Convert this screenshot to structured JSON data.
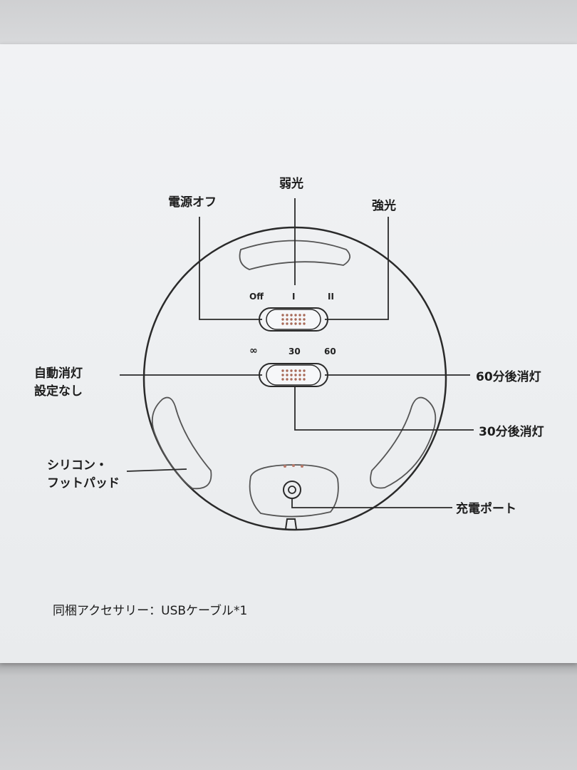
{
  "labels": {
    "low_light": "弱光",
    "power_off": "電源オフ",
    "high_light": "強光",
    "auto_off_none_line1": "自動消灯",
    "auto_off_none_line2": "設定なし",
    "off_after_60": "60分後消灯",
    "off_after_30": "30分後消灯",
    "silicone_pad_line1": "シリコン・",
    "silicone_pad_line2": "フットパッド",
    "charging_port": "充電ポート"
  },
  "switch_marks": {
    "brightness": [
      "Off",
      "I",
      "II"
    ],
    "timer": [
      "∞",
      "30",
      "60"
    ]
  },
  "accessory_text": "同梱アクセサリー：USBケーブル*1"
}
